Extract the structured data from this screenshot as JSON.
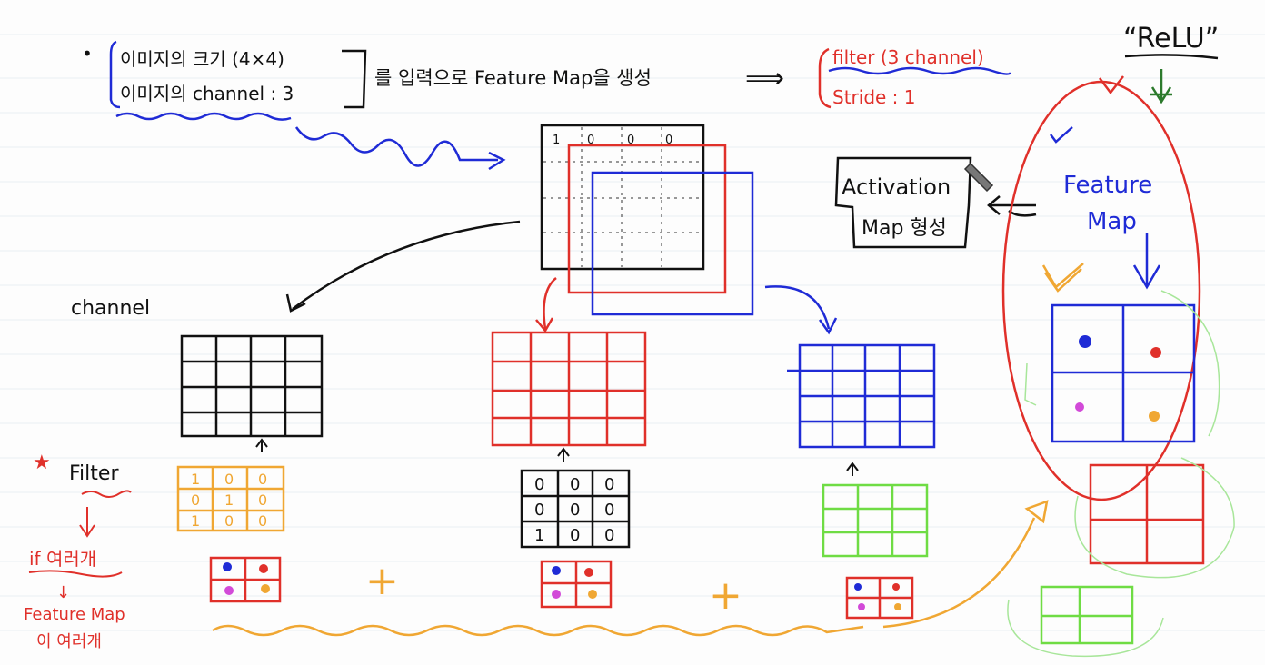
{
  "header": {
    "bullet": "•",
    "line1": "이미지의 크기 (4×4)",
    "line2": "이미지의 channel : 3",
    "middle": "를 입력으로 Feature Map을 생성",
    "arrow": "⟹",
    "filter_line": "filter (3 channel)",
    "stride_line": "Stride : 1",
    "relu": "“ReLU”"
  },
  "activation_box": {
    "line1": "Activation",
    "line2": "Map 형성"
  },
  "feature_map_label": {
    "line1": "Feature",
    "line2": "Map"
  },
  "channel_label": "channel",
  "filter_label": "Filter",
  "filter_star": "★",
  "notes": {
    "if_many": "if 여러개",
    "arrow": "↓",
    "fm_line1": "Feature Map",
    "fm_line2": "이 여러개"
  },
  "plus": "+",
  "input_grid_values": [
    "1",
    "0",
    "0",
    "0"
  ],
  "filters": [
    {
      "name": "orange",
      "cells": [
        "1",
        "0",
        "0",
        "0",
        "1",
        "0",
        "1",
        "0",
        "0"
      ]
    },
    {
      "name": "black",
      "cells": [
        "0",
        "0",
        "0",
        "0",
        "0",
        "0",
        "1",
        "0",
        "0"
      ]
    },
    {
      "name": "green",
      "cells": [
        "",
        "",
        "",
        "",
        "",
        "",
        "",
        "",
        ""
      ]
    }
  ],
  "colors": {
    "blue": "#1f2bd6",
    "red": "#e0302a",
    "black": "#111111",
    "orange": "#f0a733",
    "green": "#6fdc44",
    "darkgreen": "#2c7a2c",
    "pink": "#d24ad8",
    "lightgreen": "#a8e69a",
    "lines": "#e8edf2"
  }
}
